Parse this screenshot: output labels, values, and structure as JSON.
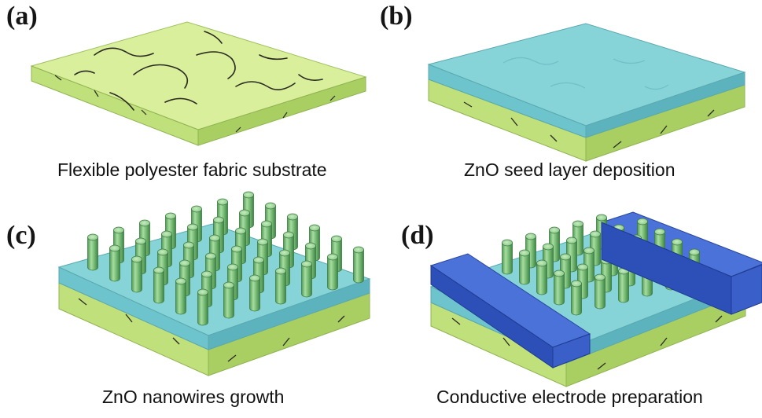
{
  "panels": [
    {
      "label": "(a)",
      "caption": "Flexible polyester fabric substrate"
    },
    {
      "label": "(b)",
      "caption": "ZnO seed layer deposition"
    },
    {
      "label": "(c)",
      "caption": "ZnO nanowires growth"
    },
    {
      "label": "(d)",
      "caption": "Conductive electrode preparation"
    }
  ],
  "colors": {
    "fabric_top": "#d9ef9c",
    "fabric_front": "#bfe07a",
    "fabric_side": "#a9cf63",
    "crack": "#2a2a20",
    "seed_top": "#86d4d8",
    "seed_front": "#6ec4cc",
    "seed_side": "#5cb3bd",
    "nanowire_light": "#a8dca0",
    "nanowire_dark": "#4f9a55",
    "electrode_top": "#4a72d8",
    "electrode_front": "#2d4fb8",
    "electrode_side": "#3b5fc8"
  }
}
